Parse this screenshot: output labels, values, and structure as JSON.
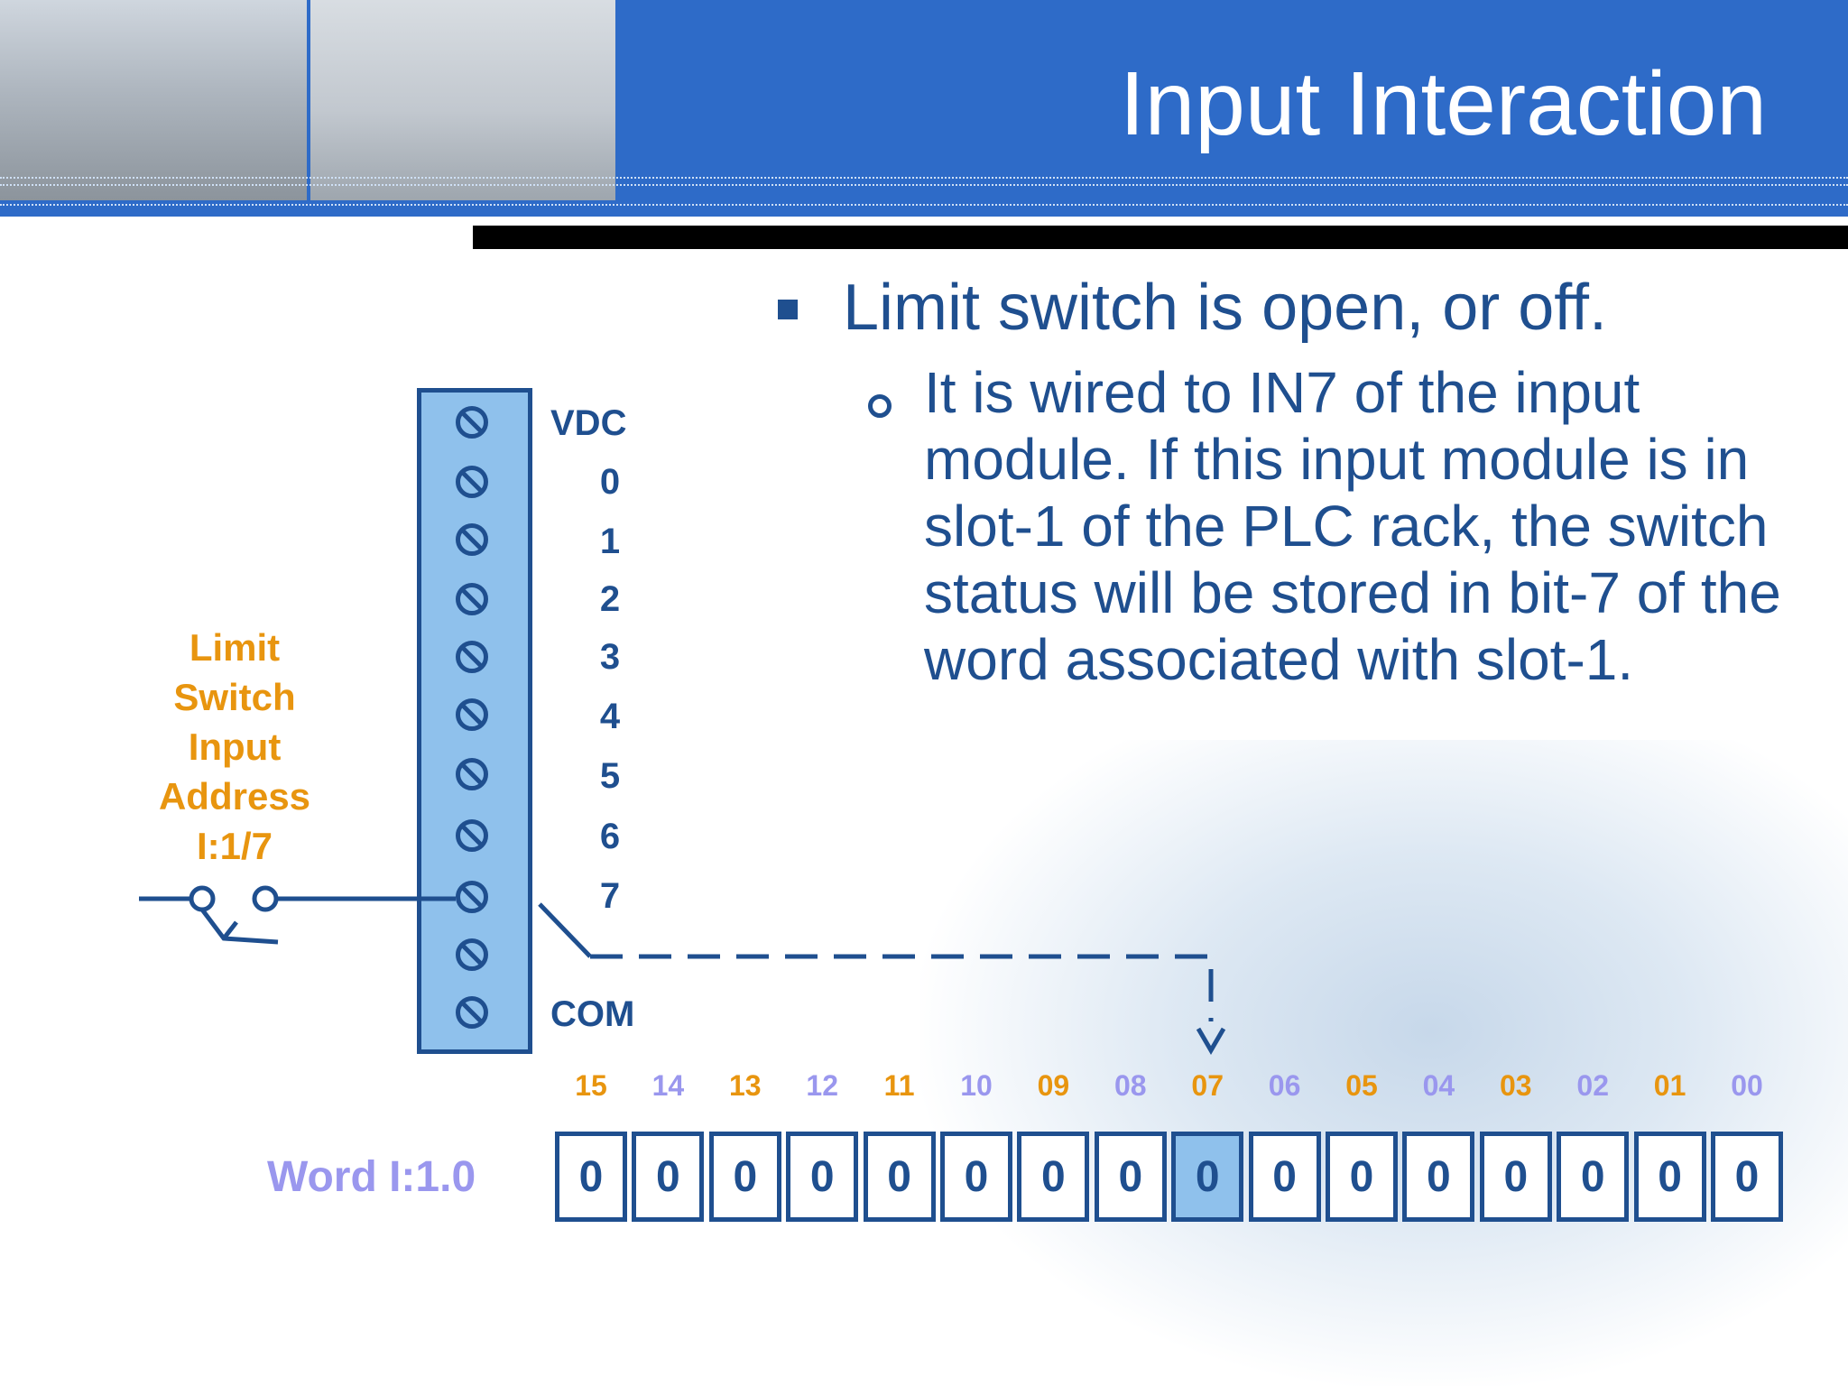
{
  "header": {
    "title": "Input Interaction"
  },
  "bullets": {
    "main": "Limit switch is open, or off.",
    "sub": "It is wired to IN7 of the input module. If this input module is in slot-1 of the PLC rack, the switch status will be stored in bit-7 of the word associated with slot-1."
  },
  "terminal_labels": [
    "VDC",
    "0",
    "1",
    "2",
    "3",
    "4",
    "5",
    "6",
    "7",
    "COM"
  ],
  "limit_switch_label": [
    "Limit",
    "Switch",
    "Input",
    "Address",
    "I:1/7"
  ],
  "word": {
    "label": "Word I:1.0",
    "bit_numbers": [
      "15",
      "14",
      "13",
      "12",
      "11",
      "10",
      "09",
      "08",
      "07",
      "06",
      "05",
      "04",
      "03",
      "02",
      "01",
      "00"
    ],
    "bit_values": [
      "0",
      "0",
      "0",
      "0",
      "0",
      "0",
      "0",
      "0",
      "0",
      "0",
      "0",
      "0",
      "0",
      "0",
      "0",
      "0"
    ],
    "highlighted_bit": "07"
  },
  "colors": {
    "header_blue": "#2e6bc8",
    "text_blue": "#1f4f8f",
    "terminal_fill": "#8fc1ec",
    "orange": "#e8950f",
    "lavender": "#9a97ee"
  }
}
